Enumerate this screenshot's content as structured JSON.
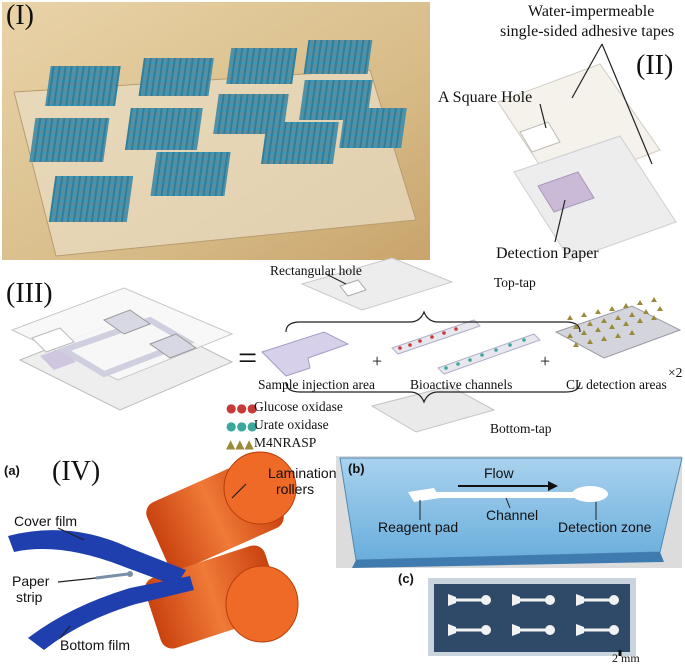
{
  "panel_I": {
    "label": "(I)"
  },
  "panel_II": {
    "label": "(II)",
    "tapes_label_line1": "Water-impermeable",
    "tapes_label_line2": "single-sided adhesive tapes",
    "square_hole": "A Square Hole",
    "detection_paper": "Detection Paper"
  },
  "panel_III": {
    "label": "(III)",
    "rectangular_hole": "Rectangular hole",
    "top_tap": "Top-tap",
    "bottom_tap": "Bottom-tap",
    "sample_injection": "Sample injection area",
    "bioactive_channels": "Bioactive channels",
    "cl_detection": "CL detection areas",
    "times2": "×2",
    "equals": "=",
    "plus": "+",
    "legend": [
      "Glucose oxidase",
      "Urate oxidase",
      "M4NRASP"
    ]
  },
  "panel_IV": {
    "a_label": "(a)",
    "label": "(IV)",
    "lamination": "Lamination",
    "rollers": "rollers",
    "cover_film": "Cover film",
    "paper": "Paper",
    "strip": "strip",
    "bottom_film": "Bottom film",
    "b_label": "(b)",
    "flow": "Flow",
    "channel": "Channel",
    "reagent_pad": "Reagent pad",
    "detection_zone": "Detection zone",
    "c_label": "(c)",
    "scale": "2 mm"
  },
  "colors": {
    "mesh_blue": "#3a98b8",
    "roller_orange": "#e8591c",
    "film_blue": "#1f3fae",
    "chip_blue": "#5a9fd0",
    "glucose_red": "#c83a3a",
    "urate_teal": "#3aa89a",
    "m4_olive": "#9a8a3a"
  }
}
